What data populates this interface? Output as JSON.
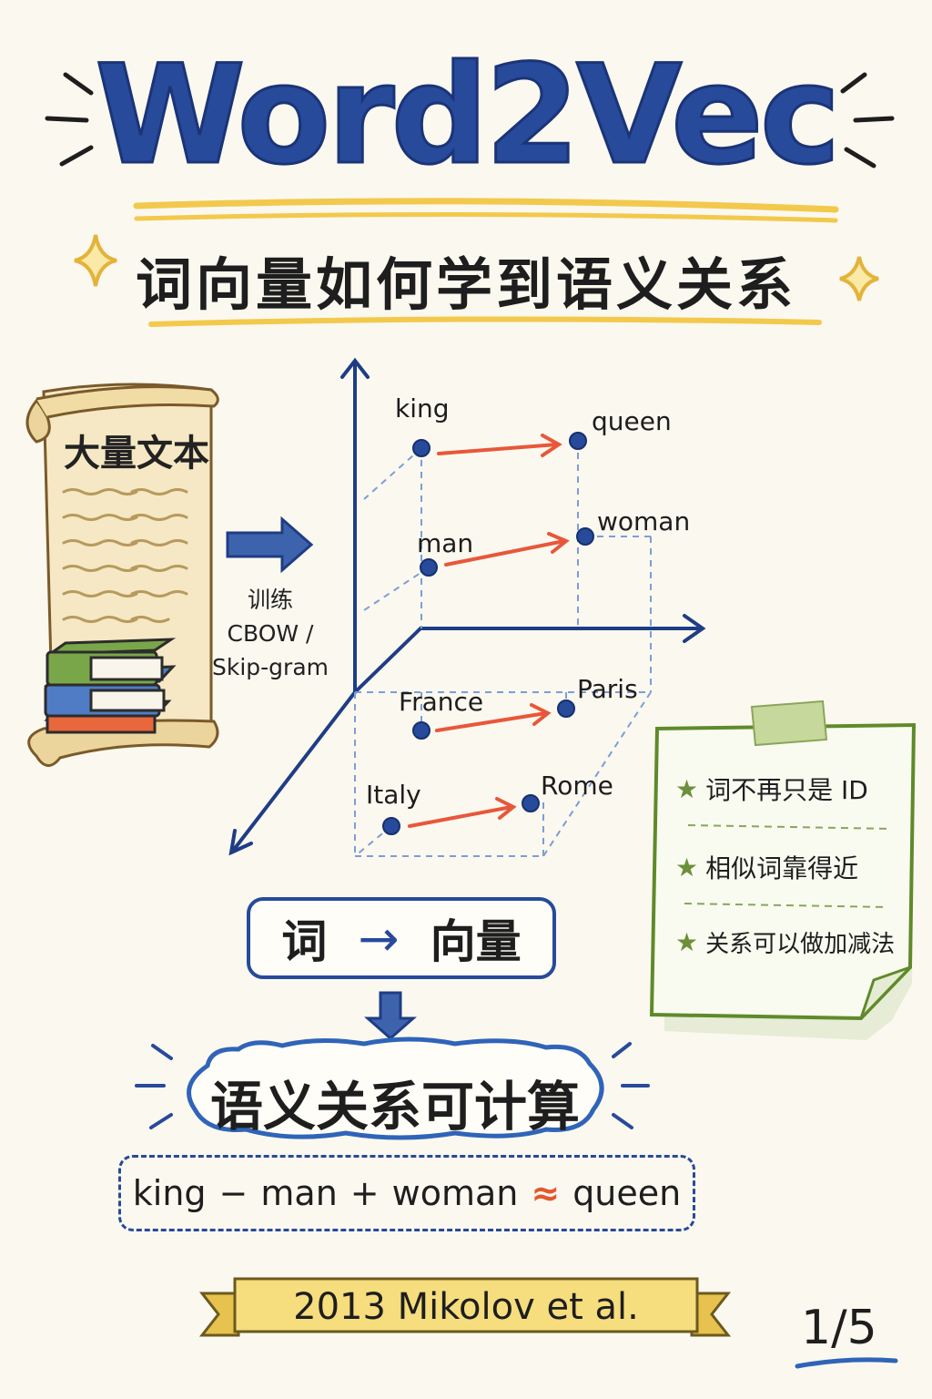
{
  "title": "Word2Vec",
  "subtitle": "词向量如何学到语义关系",
  "scroll": {
    "title": "大量文本"
  },
  "training": {
    "line1": "训练",
    "line2": "CBOW /",
    "line3": "Skip-gram"
  },
  "vector_space": {
    "points": {
      "king": "king",
      "queen": "queen",
      "man": "man",
      "woman": "woman",
      "france": "France",
      "paris": "Paris",
      "italy": "Italy",
      "rome": "Rome"
    }
  },
  "mapping": {
    "left": "词",
    "arrow": "→",
    "right": "向量"
  },
  "computable": "语义关系可计算",
  "formula": {
    "a": "king",
    "op1": "−",
    "b": "man",
    "op2": "+",
    "c": "woman",
    "approx": "≈",
    "d": "queen"
  },
  "note": {
    "items": [
      "词不再只是 ID",
      "相似词靠得近",
      "关系可以做加减法"
    ]
  },
  "banner": "2013 Mikolov et al.",
  "page": "1/5",
  "colors": {
    "accent_blue": "#274a9a",
    "accent_red": "#e4582f",
    "highlight_yellow": "#f2c94c",
    "note_green": "#6c8f3a"
  }
}
